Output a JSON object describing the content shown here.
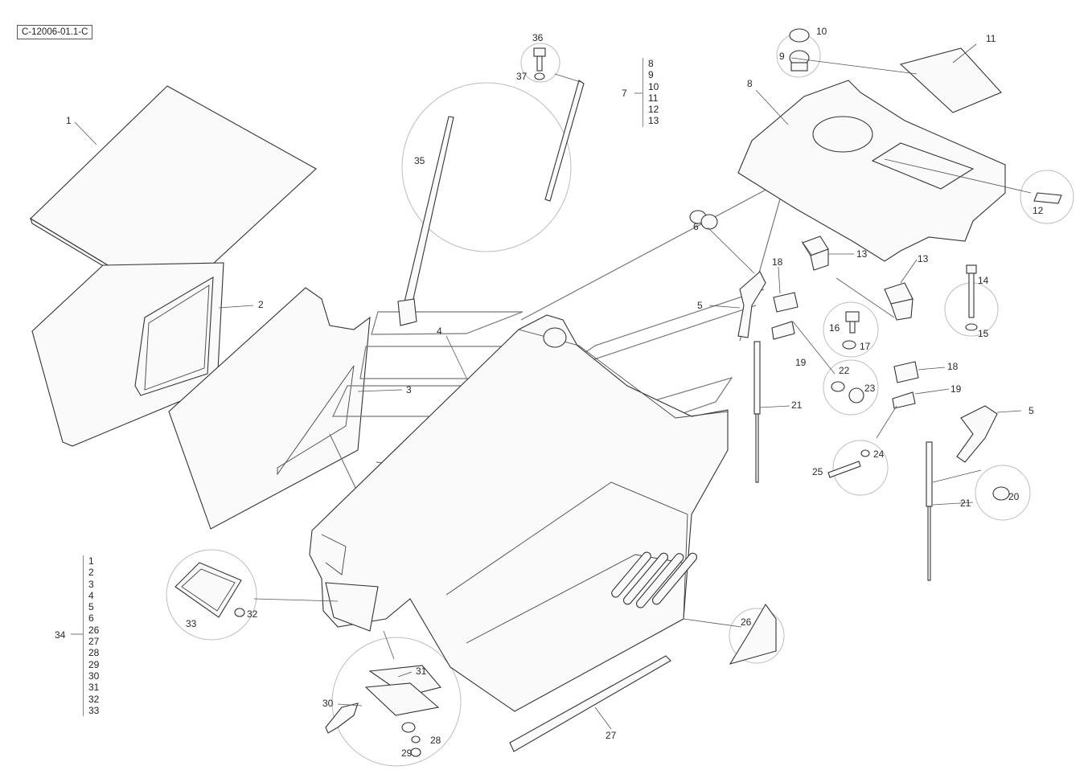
{
  "drawing_id": "C-12006-01.1-C",
  "group_7": {
    "label": "7",
    "items": [
      "8",
      "9",
      "10",
      "11",
      "12",
      "13"
    ]
  },
  "group_34": {
    "label": "34",
    "items": [
      "1",
      "2",
      "3",
      "4",
      "5",
      "6",
      "26",
      "27",
      "28",
      "29",
      "30",
      "31",
      "32",
      "33"
    ]
  },
  "callouts": {
    "c1": "1",
    "c2": "2",
    "c3": "3",
    "c4": "4",
    "c5a": "5",
    "c5b": "5",
    "c6": "6",
    "c8": "8",
    "c9": "9",
    "c10": "10",
    "c11": "11",
    "c12": "12",
    "c13a": "13",
    "c13b": "13",
    "c14": "14",
    "c15": "15",
    "c16": "16",
    "c17": "17",
    "c18a": "18",
    "c18b": "18",
    "c19a": "19",
    "c19b": "19",
    "c20": "20",
    "c21a": "21",
    "c21b": "21",
    "c22": "22",
    "c23": "23",
    "c24": "24",
    "c25": "25",
    "c26": "26",
    "c27": "27",
    "c28": "28",
    "c29": "29",
    "c30": "30",
    "c31": "31",
    "c32": "32",
    "c33": "33",
    "c35": "35",
    "c36": "36",
    "c37": "37"
  }
}
